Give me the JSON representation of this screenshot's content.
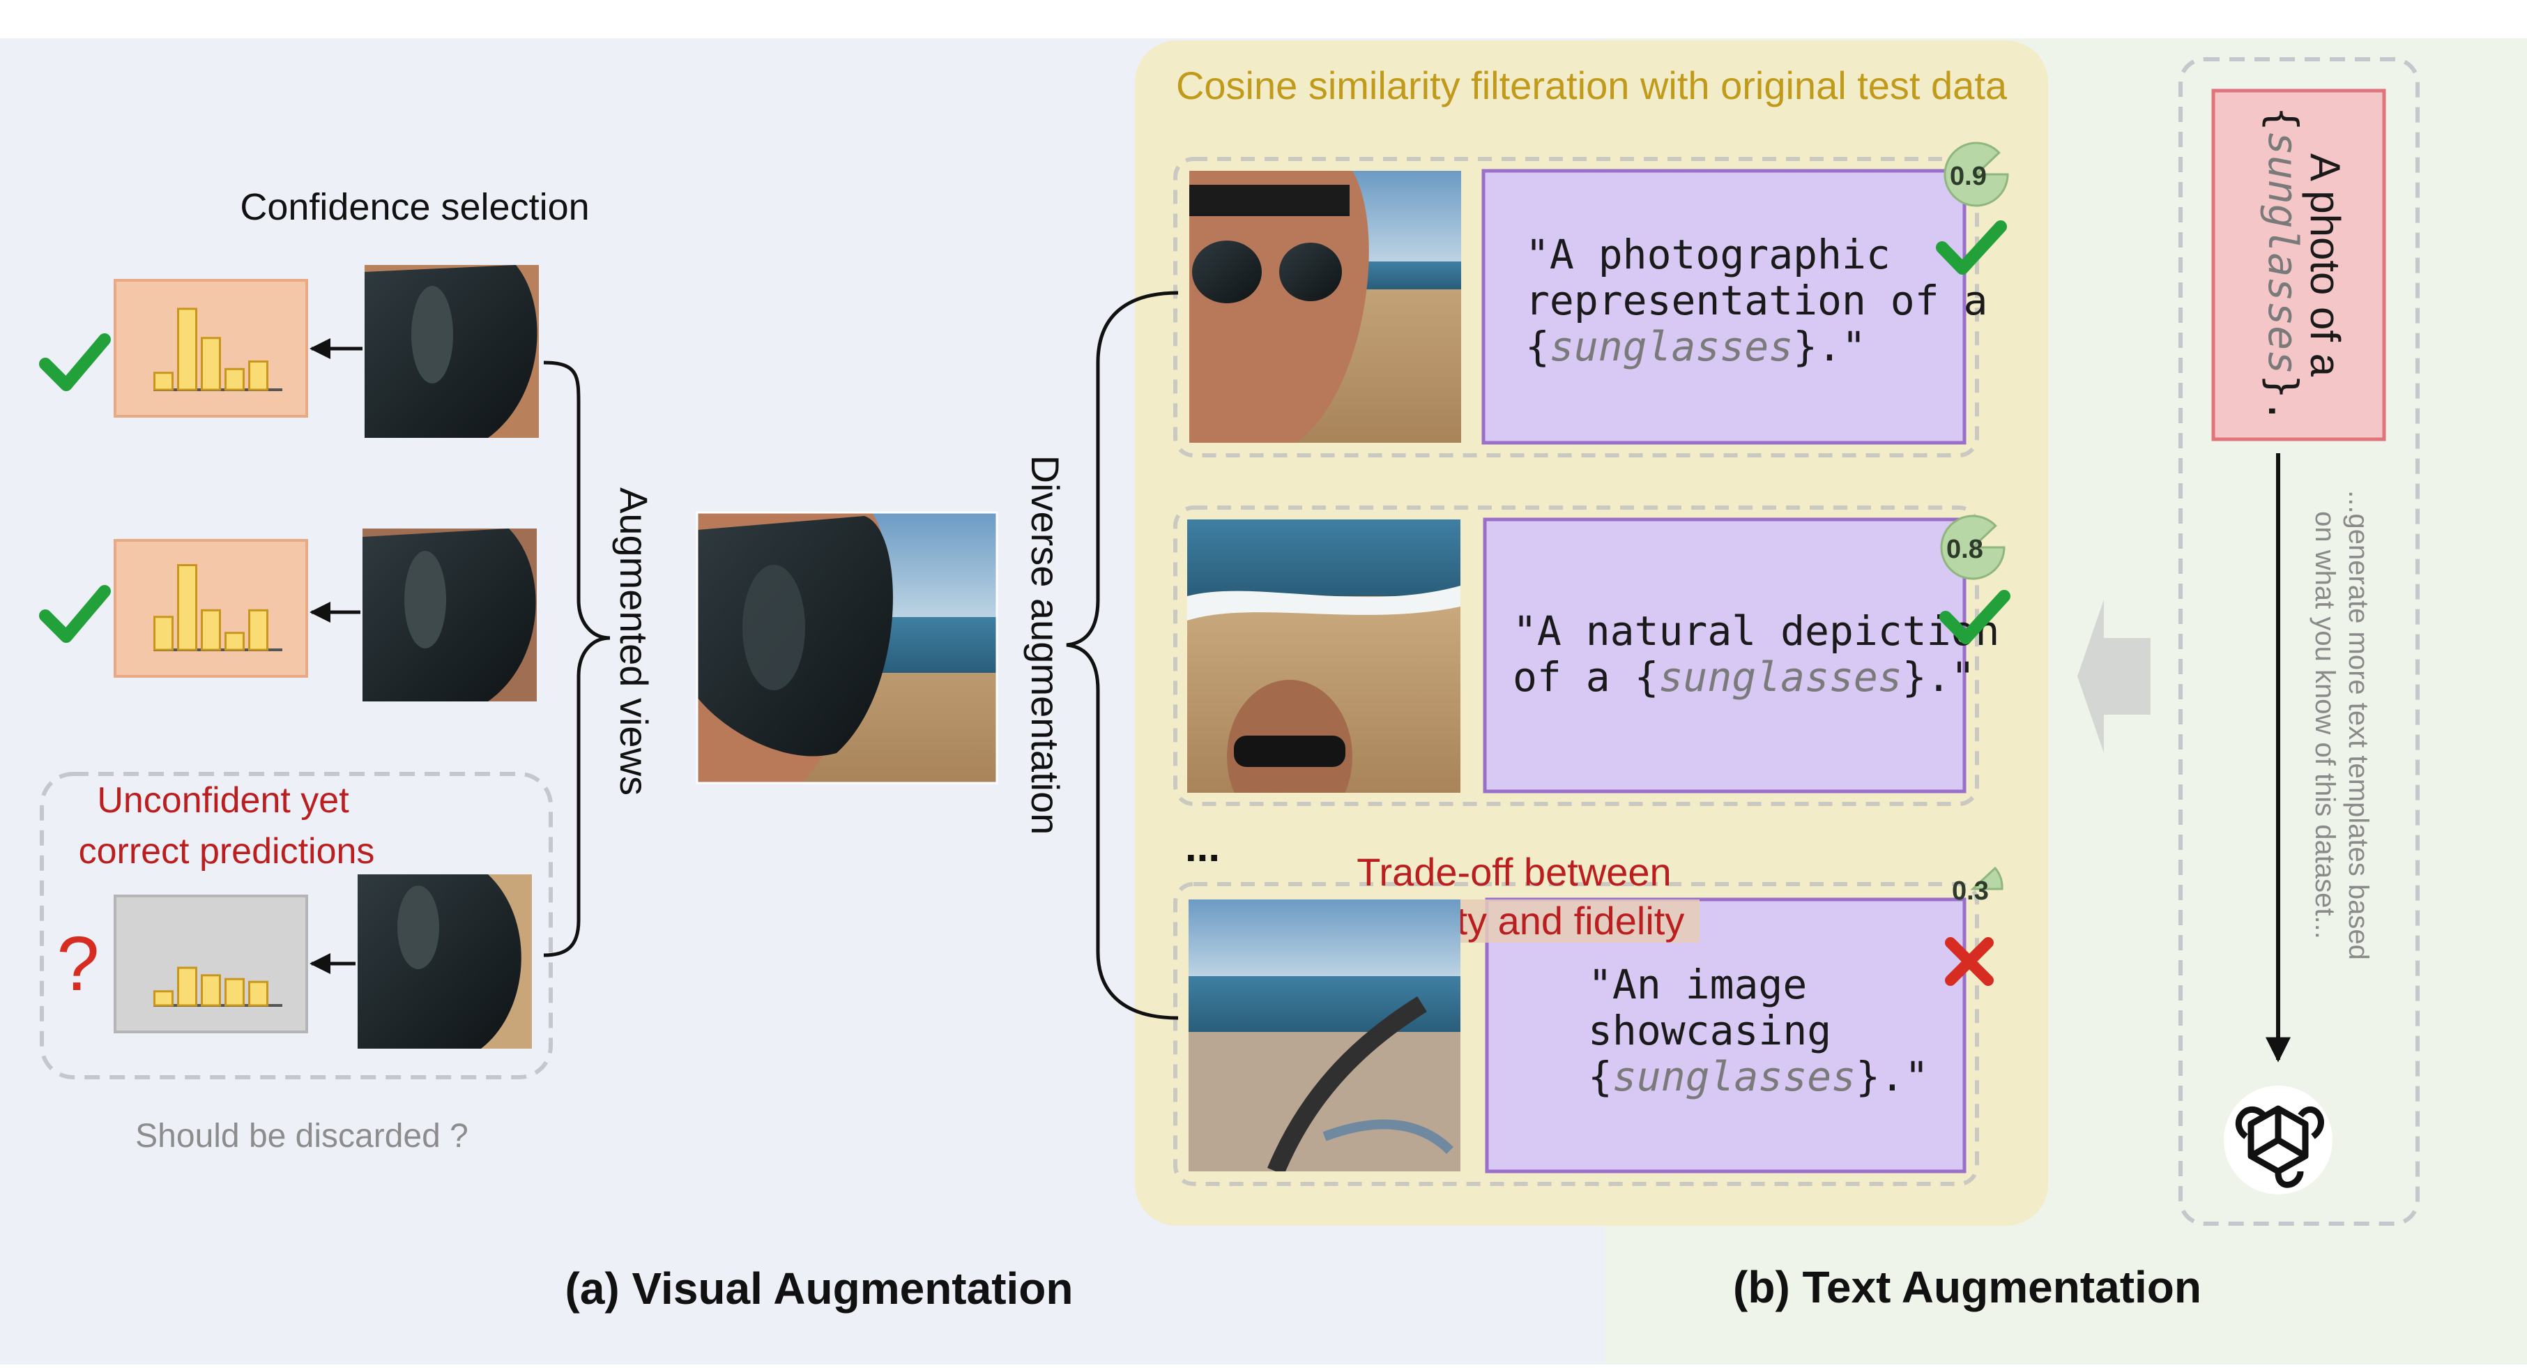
{
  "panel_a": {
    "caption": "(a) Visual Augmentation",
    "confidence_label": "Confidence selection",
    "augmented_views_label": "Augmented views",
    "unconfident_line1": "Unconfident yet",
    "unconfident_line2": "correct predictions",
    "question_mark": "?",
    "discard_label": "Should be discarded ?",
    "diverse_label": "Diverse augmentation",
    "histograms": [
      {
        "status": "check",
        "values": [
          0.18,
          0.86,
          0.55,
          0.22,
          0.3
        ]
      },
      {
        "status": "check",
        "values": [
          0.35,
          0.9,
          0.42,
          0.18,
          0.42
        ]
      },
      {
        "status": "question",
        "values": [
          0.15,
          0.4,
          0.32,
          0.28,
          0.25
        ]
      }
    ]
  },
  "filter_panel": {
    "title": "Cosine similarity filteration with original test data",
    "ellipsis": "...",
    "tradeoff_line1": "Trade-off between",
    "tradeoff_line2": "diversity and fidelity",
    "rows": [
      {
        "score": "0.9",
        "status": "check",
        "lines": [
          [
            {
              "t": "\"A photographic",
              "i": false
            }
          ],
          [
            {
              "t": "representation of a",
              "i": false
            }
          ],
          [
            {
              "t": "{",
              "i": false
            },
            {
              "t": "sunglasses",
              "i": true
            },
            {
              "t": "}.\"",
              "i": false
            }
          ]
        ]
      },
      {
        "score": "0.8",
        "status": "check",
        "lines": [
          [
            {
              "t": "\"A natural depiction",
              "i": false
            }
          ],
          [
            {
              "t": "of a {",
              "i": false
            },
            {
              "t": "sunglasses",
              "i": true
            },
            {
              "t": "}.\"",
              "i": false
            }
          ]
        ]
      },
      {
        "score": "0.3",
        "status": "cross",
        "lines": [
          [
            {
              "t": "\"An image",
              "i": false
            }
          ],
          [
            {
              "t": "showcasing",
              "i": false
            }
          ],
          [
            {
              "t": "{",
              "i": false
            },
            {
              "t": "sunglasses",
              "i": true
            },
            {
              "t": "}.\"",
              "i": false
            }
          ]
        ]
      }
    ]
  },
  "panel_b": {
    "caption": "(b) Text Augmentation",
    "template_line1": "A photo of a",
    "template_line2_pre": "{",
    "template_line2_word": "sunglasses",
    "template_line2_post": "}.",
    "prompt_line1": "...generate more text templates based",
    "prompt_line2": "on what you know of this dataset...",
    "llm_icon": "openai-logo-icon"
  },
  "colors": {
    "bg_a": "#eef0f7",
    "bg_b": "#eef4ea",
    "filter_bg": "#f2ecc9",
    "title_gold": "#c09a1a",
    "hist_box": "#f3c7a8",
    "hist_box_border": "#e8a984",
    "bar_fill": "#f9dc74",
    "bar_stroke": "#c9961d",
    "prompt_card": "#d7c8f4",
    "prompt_border": "#9a6fc9",
    "check_green": "#22a13a",
    "cross_red": "#d62c22",
    "dark_red": "#bb1e1e",
    "template_pink": "#f5c6c8",
    "template_border": "#e0747a"
  }
}
